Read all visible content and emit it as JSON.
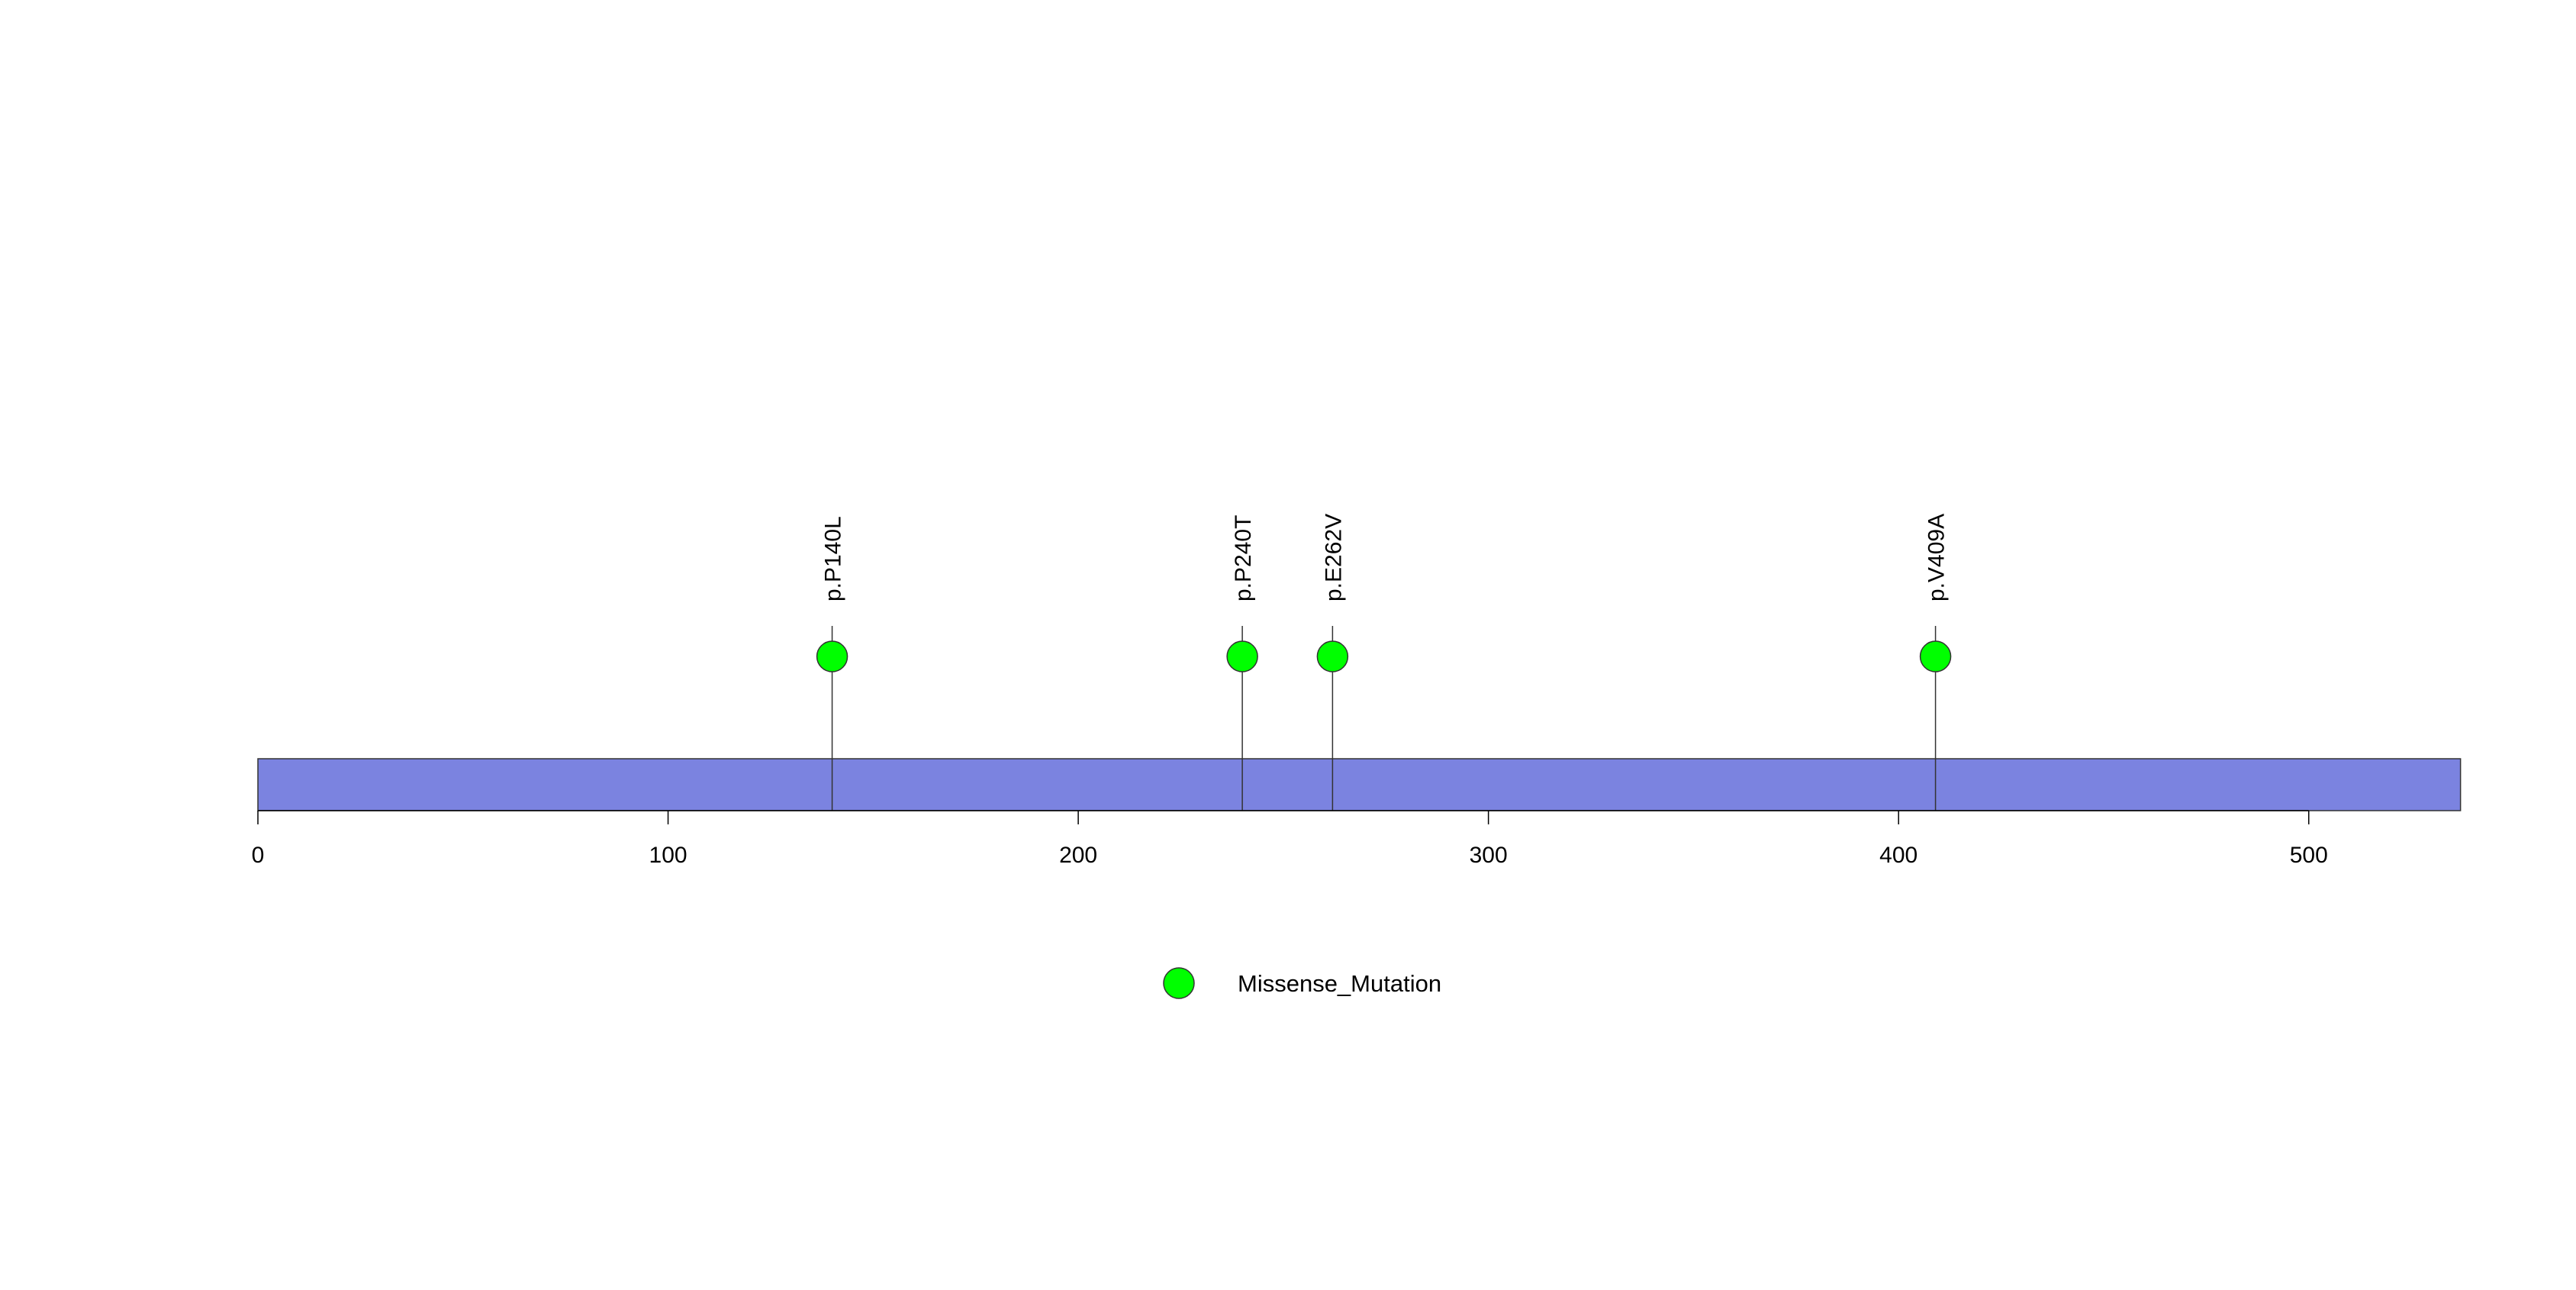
{
  "chart_data": {
    "type": "scatter",
    "x_range": [
      0,
      537
    ],
    "x_ticks": [
      0,
      100,
      200,
      300,
      400,
      500
    ],
    "x_tick_labels": [
      "0",
      "100",
      "200",
      "300",
      "400",
      "500"
    ],
    "protein_bar_color": "#7b83e0",
    "marker_color": "#00ff00",
    "mutations": [
      {
        "position": 140,
        "label": "p.P140L",
        "type": "Missense_Mutation"
      },
      {
        "position": 240,
        "label": "p.P240T",
        "type": "Missense_Mutation"
      },
      {
        "position": 262,
        "label": "p.E262V",
        "type": "Missense_Mutation"
      },
      {
        "position": 409,
        "label": "p.V409A",
        "type": "Missense_Mutation"
      }
    ],
    "legend": {
      "position": "bottom-center",
      "entries": [
        {
          "label": "Missense_Mutation",
          "color": "#00ff00"
        }
      ]
    }
  }
}
